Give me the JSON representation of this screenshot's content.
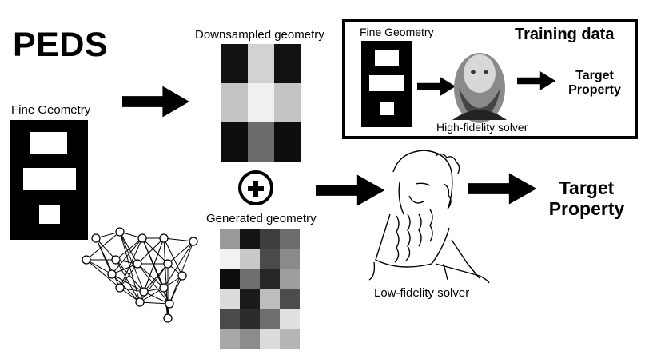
{
  "title": "PEDS",
  "left": {
    "fine_geometry_label": "Fine Geometry"
  },
  "downsampled": {
    "label": "Downsampled geometry",
    "cells": [
      [
        "#111111",
        "#d2d2d2",
        "#111111"
      ],
      [
        "#c4c4c4",
        "#f0f0f0",
        "#c4c4c4"
      ],
      [
        "#0d0d0d",
        "#6b6b6b",
        "#0d0d0d"
      ]
    ]
  },
  "plus_symbol": "+",
  "generated": {
    "label": "Generated geometry",
    "cells": [
      [
        "#9a9a9a",
        "#141414",
        "#3e3e3e",
        "#6c6c6c"
      ],
      [
        "#f2f2f2",
        "#c9c9c9",
        "#4a4a4a",
        "#8a8a8a"
      ],
      [
        "#0e0e0e",
        "#6e6e6e",
        "#262626",
        "#9e9e9e"
      ],
      [
        "#dcdcdc",
        "#1a1a1a",
        "#bdbdbd",
        "#4c4c4c"
      ],
      [
        "#4a4a4a",
        "#2c2c2c",
        "#6f6f6f",
        "#e0e0e0"
      ],
      [
        "#a8a8a8",
        "#8c8c8c",
        "#dcdcdc",
        "#b5b5b5"
      ]
    ]
  },
  "training": {
    "title": "Training data",
    "fine_geometry_label": "Fine Geometry",
    "solver_label": "High-fidelity solver",
    "target_label_line1": "Target",
    "target_label_line2": "Property"
  },
  "low_fidelity": {
    "solver_label": "Low-fidelity solver",
    "target_label_line1": "Target",
    "target_label_line2": "Property"
  },
  "icons": {
    "arrow": "arrow-right-icon",
    "network": "neural-network-icon",
    "portrait": "scientist-portrait-icon",
    "sketch": "scientist-sketch-icon"
  }
}
